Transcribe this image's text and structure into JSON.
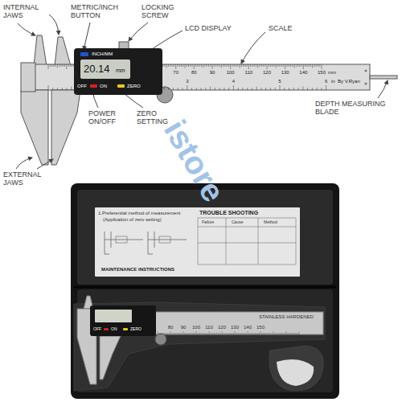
{
  "diagram": {
    "nodes": [
      {
        "text": [
          "INCH/MM",
          "OFF",
          "ON",
          "ZERO"
        ]
      },
      {
        "text": [
          "20.14",
          "mm"
        ],
        "in": 0
      },
      {
        "text": [
          "1.Preferential method of measurement",
          "(Application of zero setting)",
          "TROUBLE SHOOTING",
          "Failure",
          "Cause",
          "Method",
          "MAINTENANCE INSTRUCTIONS"
        ]
      },
      {
        "text": [
          "OFF",
          "ON",
          "ZERO"
        ]
      }
    ],
    "labels": [
      "INTERNAL JAWS",
      "METRIC/INCH BUTTON",
      "LOCKING SCREW",
      "LCD DISPLAY",
      "SCALE",
      "POWER ON/OFF",
      "ZERO SETTING",
      "EXTERNAL JAWS",
      "DEPTH MEASURING BLADE",
      "70",
      "80",
      "90",
      "100",
      "110",
      "120",
      "130",
      "140",
      "150",
      "mm",
      "3",
      "4",
      "5",
      "6",
      "in",
      "By V.Ryan",
      "istore",
      "STAINLESS HARDENED",
      "80",
      "90",
      "100",
      "110",
      "120",
      "130",
      "140",
      "150"
    ]
  }
}
